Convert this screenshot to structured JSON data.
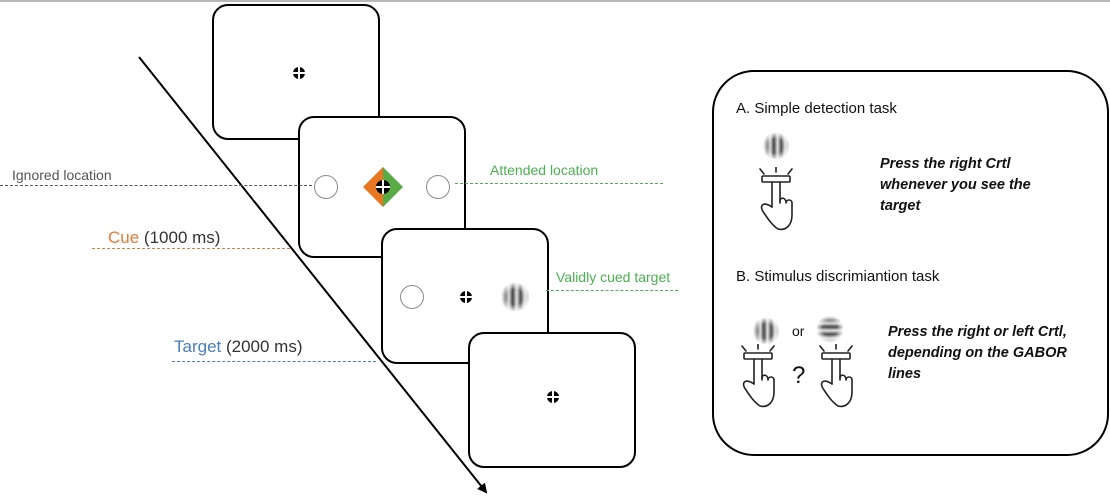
{
  "labels": {
    "ignored": "Ignored location",
    "attended": "Attended location",
    "cue_word": "Cue",
    "cue_time": "(1000 ms)",
    "target_word": "Target",
    "target_time": "(2000 ms)",
    "valid": "Validly cued target"
  },
  "panel": {
    "a_title": "A.  Simple detection task",
    "a_instruction": "Press the right Crtl whenever you see the target",
    "b_title": "B.  Stimulus discrimiantion task",
    "or_text": "or",
    "question": "?",
    "b_instruction": "Press the right or left Crtl, depending on the GABOR lines"
  },
  "colors": {
    "ignored": "#555555",
    "attended": "#4caf50",
    "cue": "#e07b39",
    "target": "#4a7ebb",
    "cue_orange": "#e87722",
    "cue_green": "#5aaa46"
  },
  "icons": {
    "fixation": "fixation-cross-icon",
    "gabor_vertical": "vertical-gabor-icon",
    "gabor_horizontal": "horizontal-gabor-icon",
    "finger_press": "finger-press-icon"
  }
}
